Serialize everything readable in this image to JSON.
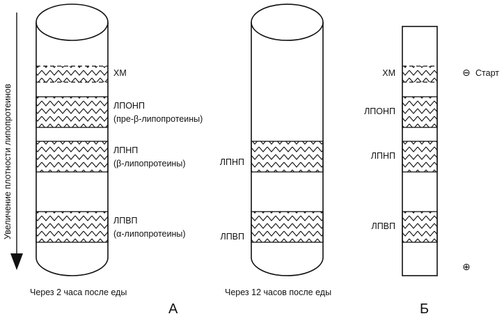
{
  "axis_label": "Увеличение плотности липопротеинов",
  "tube_a": {
    "caption": "Через 2 часа после еды",
    "bands": [
      {
        "name": "ХМ",
        "subtitle": ""
      },
      {
        "name": "ЛПОНП",
        "subtitle": "(пре-β-липопротеины)"
      },
      {
        "name": "ЛПНП",
        "subtitle": "(β-липопротеины)"
      },
      {
        "name": "ЛПВП",
        "subtitle": "(α-липопротеины)"
      }
    ]
  },
  "tube_b": {
    "caption": "Через 12 часов после еды",
    "bands": [
      {
        "name": "ЛПНП"
      },
      {
        "name": "ЛПВП"
      }
    ]
  },
  "strip": {
    "start_label": "Старт",
    "start_symbol": "⊖",
    "end_symbol": "⊕",
    "bands": [
      {
        "name": "ХМ"
      },
      {
        "name": "ЛПОНП"
      },
      {
        "name": "ЛПНП"
      },
      {
        "name": "ЛПВП"
      }
    ]
  },
  "panel_letters": {
    "a": "А",
    "b": "Б"
  }
}
